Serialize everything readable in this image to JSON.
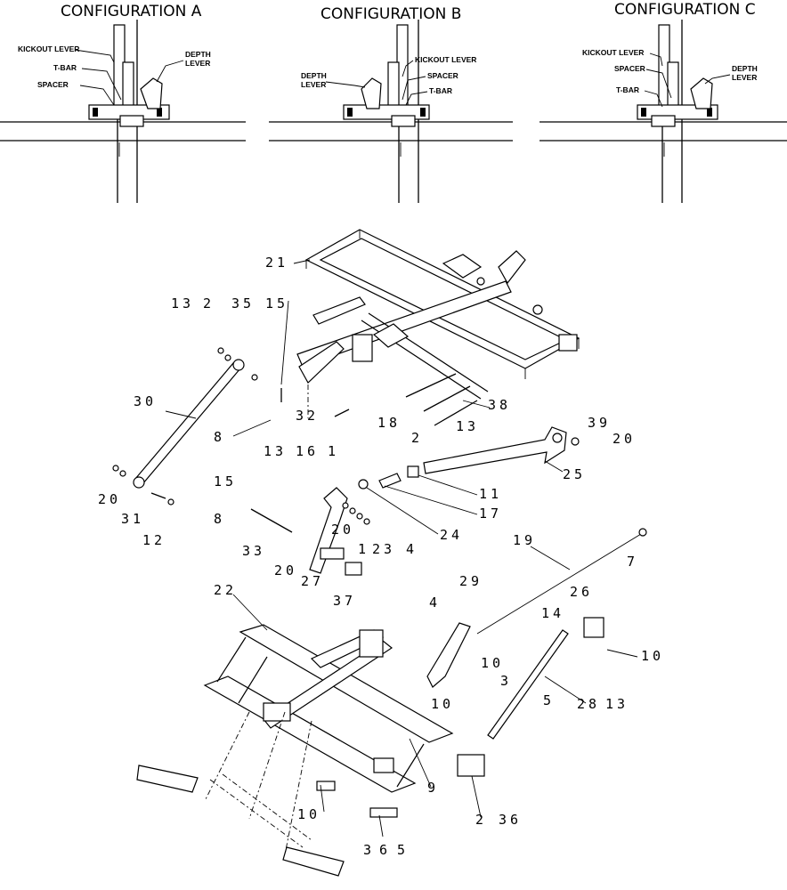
{
  "configurations": [
    {
      "title": "CONFIGURATION A",
      "labels": {
        "kickout": "KICKOUT LEVER",
        "tbar": "T-BAR",
        "spacer": "SPACER",
        "depth1": "DEPTH",
        "depth2": "LEVER"
      }
    },
    {
      "title": "CONFIGURATION B",
      "labels": {
        "kickout": "KICKOUT LEVER",
        "spacer": "SPACER",
        "tbar": "T-BAR",
        "depth1": "DEPTH",
        "depth2": "LEVER"
      }
    },
    {
      "title": "CONFIGURATION C",
      "labels": {
        "kickout": "KICKOUT LEVER",
        "spacer": "SPACER",
        "tbar": "T-BAR",
        "depth1": "DEPTH",
        "depth2": "LEVER"
      }
    }
  ],
  "callouts": {
    "c21": "21",
    "c13a": "13",
    "c2a": "2",
    "c35": "35",
    "c15a": "15",
    "c30": "30",
    "c32": "32",
    "c8a": "8",
    "c18": "18",
    "c2b": "2",
    "c13b": "13",
    "c38": "38",
    "c39": "39",
    "c20a": "20",
    "c25": "25",
    "c13c": "13",
    "c16": "16",
    "c1a": "1",
    "c11": "11",
    "c17": "17",
    "c24": "24",
    "c15b": "15",
    "c8b": "8",
    "c20b": "20",
    "c31": "31",
    "c12a": "12",
    "c33": "33",
    "c20c": "20",
    "c20d": "20",
    "c1b": "1",
    "c23": "23",
    "c4a": "4",
    "c27": "27",
    "c37": "37",
    "c19": "19",
    "c7": "7",
    "c29": "29",
    "c26": "26",
    "c4b": "4",
    "c14": "14",
    "c10a": "10",
    "c10b": "10",
    "c3": "3",
    "c10c": "10",
    "c5a": "5",
    "c28": "28",
    "c13d": "13",
    "c22": "22",
    "c9": "9",
    "c2c": "2",
    "c36": "36",
    "c10d": "10",
    "c3b": "3",
    "c6": "6",
    "c5b": "5"
  }
}
